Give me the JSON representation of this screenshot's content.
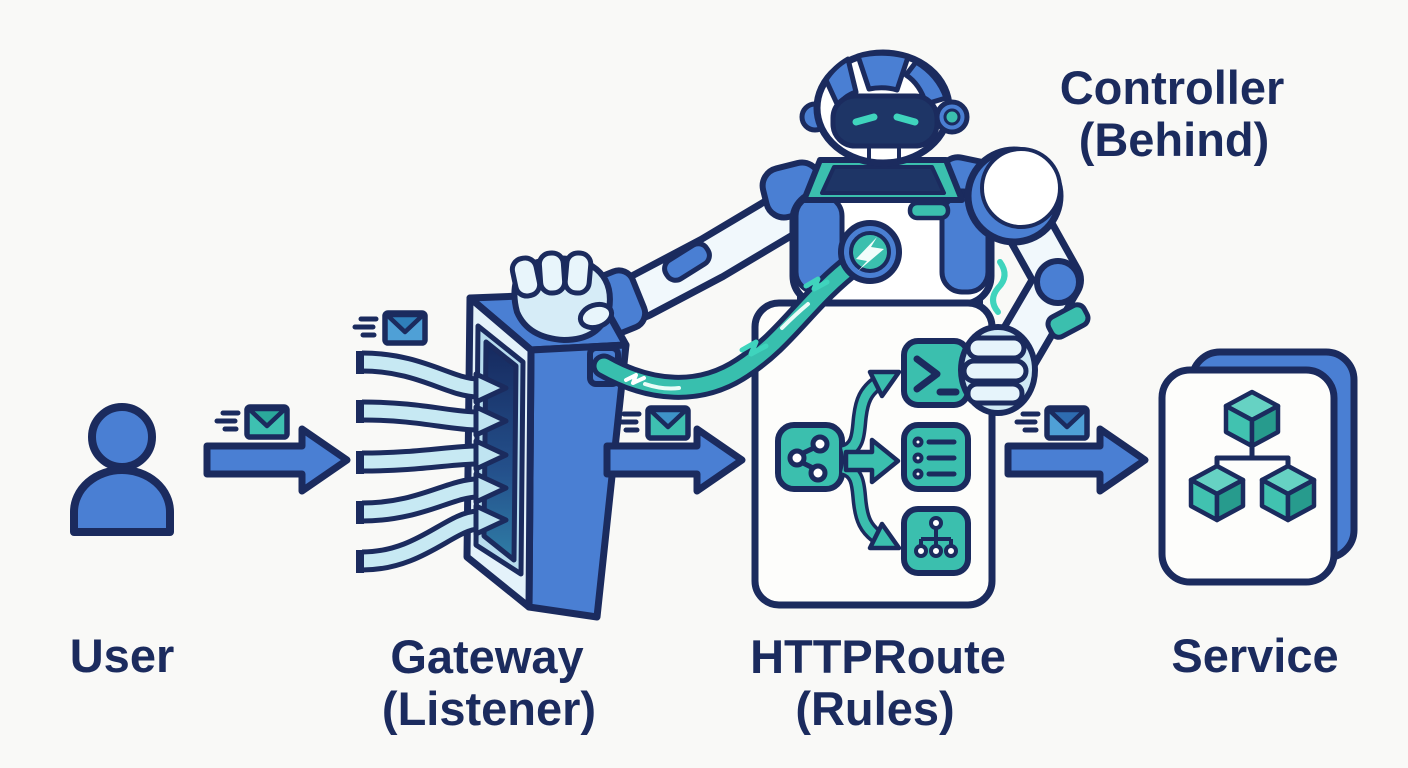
{
  "background": "#f9f9f7",
  "palette": {
    "outline_navy": "#1b2b5e",
    "primary_blue": "#4a7fd3",
    "light_blue_pipe": "#c7e9f3",
    "pale_face": "#e4f2fa",
    "bezel_blue": "#b7dcee",
    "opening_dark": "#16295e",
    "opening_glow": "#2f6da6",
    "teal": "#3bbfae",
    "teal_dark": "#279b8d",
    "teal_light": "#66d2c3",
    "envelope_teal": "#3ec0b1",
    "envelope_blue": "#4fa0d6",
    "card_white": "#fdfdfb",
    "robot_skin": "#d6ecf7"
  },
  "labels": {
    "user": "User",
    "gateway_line1": "Gateway",
    "gateway_line2": "(Listener)",
    "httproute_line1": "HTTPRoute",
    "httproute_line2": "(Rules)",
    "service": "Service",
    "controller_line1": "Controller",
    "controller_line2": "(Behind)"
  },
  "diagram": {
    "type": "flow-illustration",
    "flow": [
      "User",
      "Gateway (Listener)",
      "HTTPRoute (Rules)",
      "Service"
    ],
    "overseer": "Controller (Behind)",
    "gateway_listener_pipes": 5,
    "httproute_branch_targets": [
      "terminal-icon",
      "list-icon",
      "sitemap-icon"
    ],
    "service_pod_cubes": 3,
    "request_envelopes": 4
  },
  "icons": {
    "user": "person-icon",
    "gateway": "gateway-slab-icon",
    "httproute": "route-branching-icon",
    "service": "service-cubes-icon",
    "controller": "robot-icon",
    "edges": "envelope-icon"
  }
}
